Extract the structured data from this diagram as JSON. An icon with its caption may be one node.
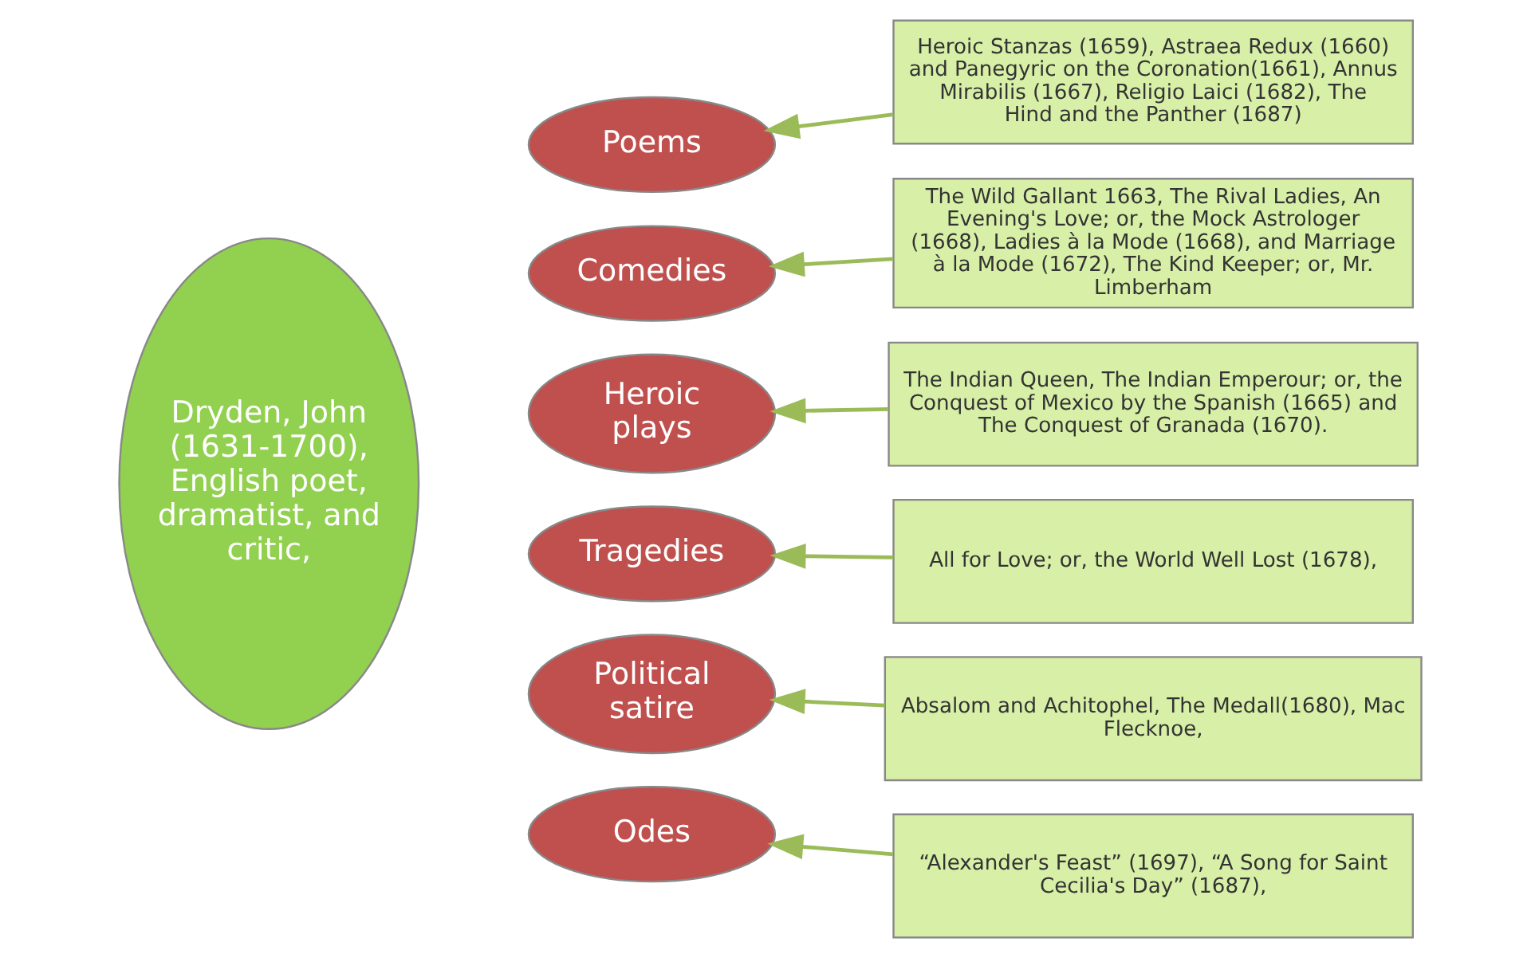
{
  "diagram": {
    "nodes": [
      {
        "text": [
          "Dryden, John (1631-1700), English poet, dramatist, and critic,"
        ]
      },
      {
        "text": [
          "Poems"
        ]
      },
      {
        "text": [
          "Comedies"
        ]
      },
      {
        "text": [
          "Heroic plays"
        ]
      },
      {
        "text": [
          "Tragedies"
        ]
      },
      {
        "text": [
          "Political satire"
        ]
      },
      {
        "text": [
          "Odes"
        ]
      },
      {
        "text": [
          "Heroic Stanzas (1659), Astraea Redux (1660) and Panegyric on the Coronation(1661), Annus Mirabilis (1667), Religio Laici (1682), The Hind and the Panther (1687)"
        ]
      },
      {
        "text": [
          "The Wild Gallant 1663, The Rival Ladies, An Evening's Love; or, the Mock Astrologer (1668), Ladies à la Mode (1668), and Marriage à la Mode (1672), The Kind Keeper; or, Mr. Limberham"
        ]
      },
      {
        "text": [
          "The Indian Queen, The Indian Emperour; or, the Conquest of Mexico by the Spanish (1665) and The Conquest of Granada (1670)."
        ]
      },
      {
        "text": [
          "All for Love; or, the World Well Lost (1678),"
        ]
      },
      {
        "text": [
          "Absalom and Achitophel, The Medall(1680), Mac Flecknoe,"
        ]
      },
      {
        "text": [
          "“Alexander's Feast” (1697), “A Song for Saint Cecilia's Day” (1687),"
        ]
      }
    ],
    "edges": [
      {
        "from": 7,
        "to": 1,
        "arrow": "to"
      },
      {
        "from": 8,
        "to": 2,
        "arrow": "to"
      },
      {
        "from": 9,
        "to": 3,
        "arrow": "to"
      },
      {
        "from": 10,
        "to": 4,
        "arrow": "to"
      },
      {
        "from": 11,
        "to": 5,
        "arrow": "to"
      },
      {
        "from": 12,
        "to": 6,
        "arrow": "to"
      }
    ]
  }
}
